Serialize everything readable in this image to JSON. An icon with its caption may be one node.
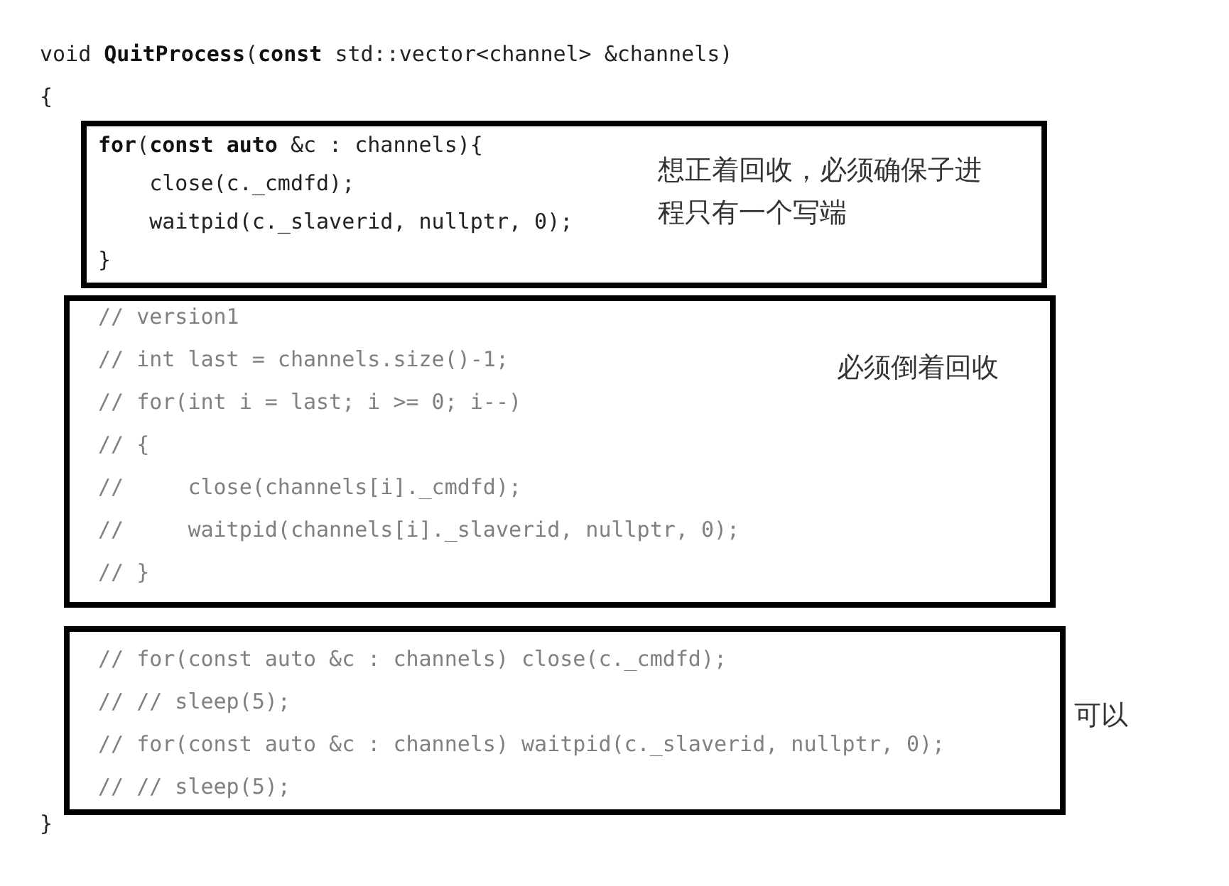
{
  "diagram": {
    "nodes": [
      {
        "text": [
          "**for**(**const** **auto** &c : channels){",
          "    close(c._cmdfd);",
          "    waitpid(c._slaverid, nullptr, 0);",
          "}",
          "想正着回收，必须确保子进程只有一个写端"
        ]
      },
      {
        "text": [
          "// version1",
          "// int last = channels.size()-1;",
          "// for(int i = last; i >= 0; i--)",
          "// {",
          "//     close(channels[i]._cmdfd);",
          "//     waitpid(channels[i]._slaverid, nullptr, 0);",
          "// }",
          "必须倒着回收"
        ]
      },
      {
        "text": [
          "// for(const auto &c : channels) close(c._cmdfd);",
          "// // sleep(5);",
          "// for(const auto &c : channels) waitpid(c._slaverid, nullptr, 0);",
          "// // sleep(5);"
        ],
        "beside": [
          "可以"
        ]
      }
    ],
    "labels": [
      "void **QuitProcess**(**const** std::vector<channel> &channels)",
      "{",
      "}"
    ]
  }
}
